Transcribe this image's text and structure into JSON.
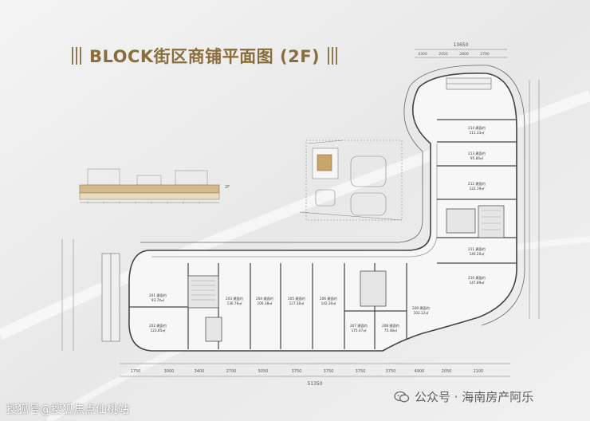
{
  "title": "BLOCK街区商铺平面图 (2F)",
  "watermark_left": "搜狐号@搜狐焦点仙桃站",
  "watermark_right": {
    "icon": "wechat-icon",
    "text": "公众号 · 海南房产阿乐"
  },
  "colors": {
    "title": "#8a6d3b",
    "accent_gold": "#c9a56a",
    "wall": "#555555",
    "background": "#ececec"
  },
  "units": [
    {
      "id": "201",
      "name": "201 建面约",
      "area": "93.74㎡"
    },
    {
      "id": "202",
      "name": "202 建面约",
      "area": "123.85㎡"
    },
    {
      "id": "203",
      "name": "203 建面约",
      "area": "136.76㎡"
    },
    {
      "id": "204",
      "name": "204 建面约",
      "area": "106.38㎡"
    },
    {
      "id": "205",
      "name": "205 建面约",
      "area": "127.30㎡"
    },
    {
      "id": "206",
      "name": "206 建面约",
      "area": "142.30㎡"
    },
    {
      "id": "207",
      "name": "207 建面约",
      "area": "175.47㎡"
    },
    {
      "id": "208",
      "name": "208 建面约",
      "area": "75.48㎡"
    },
    {
      "id": "209",
      "name": "209 建面约",
      "area": "103.12㎡"
    },
    {
      "id": "210",
      "name": "210 建面约",
      "area": "147.89㎡"
    },
    {
      "id": "211",
      "name": "211 建面约",
      "area": "140.20㎡"
    },
    {
      "id": "212",
      "name": "212 建面约",
      "area": "122.19㎡"
    },
    {
      "id": "213",
      "name": "213 建面约",
      "area": "95.84㎡"
    },
    {
      "id": "214",
      "name": "214 建面约",
      "area": "111.33㎡"
    }
  ],
  "dimensions": {
    "bottom": [
      "1750",
      "3000",
      "3400",
      "2700",
      "5050",
      "3750",
      "3750",
      "3750",
      "3750",
      "4900",
      "2050",
      "2100"
    ],
    "bottom_total": "51350",
    "top": [
      "4300",
      "2050",
      "2800",
      "2700"
    ],
    "top_total": "13650"
  },
  "section_label": "2F"
}
